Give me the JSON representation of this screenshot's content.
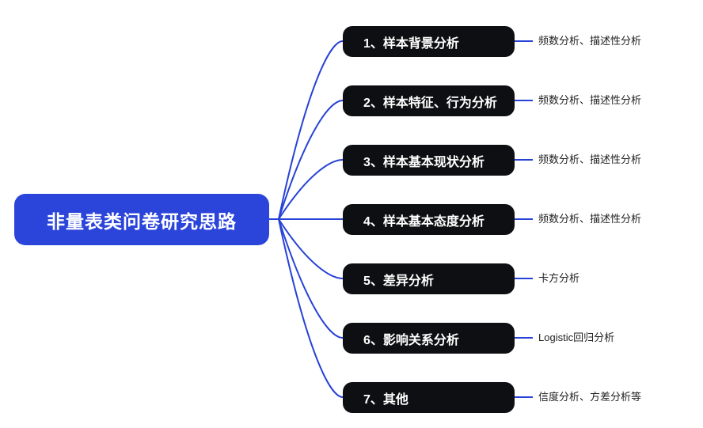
{
  "diagram": {
    "type": "mindmap",
    "root": {
      "label": "非量表类问卷研究思路"
    },
    "branches": [
      {
        "label": "1、样本背景分析",
        "annotation": "频数分析、描述性分析"
      },
      {
        "label": "2、样本特征、行为分析",
        "annotation": "频数分析、描述性分析"
      },
      {
        "label": "3、样本基本现状分析",
        "annotation": "频数分析、描述性分析"
      },
      {
        "label": "4、样本基本态度分析",
        "annotation": "频数分析、描述性分析"
      },
      {
        "label": "5、差异分析",
        "annotation": "卡方分析"
      },
      {
        "label": "6、影响关系分析",
        "annotation": "Logistic回归分析"
      },
      {
        "label": "7、其他",
        "annotation": "信度分析、方差分析等"
      }
    ]
  },
  "colors": {
    "root_fill": "#2b45da",
    "branch_fill": "#0e0f12",
    "connector": "#2742d6",
    "node_text": "#ffffff",
    "annotation_text": "#1f1f1f",
    "background": "#ffffff"
  }
}
